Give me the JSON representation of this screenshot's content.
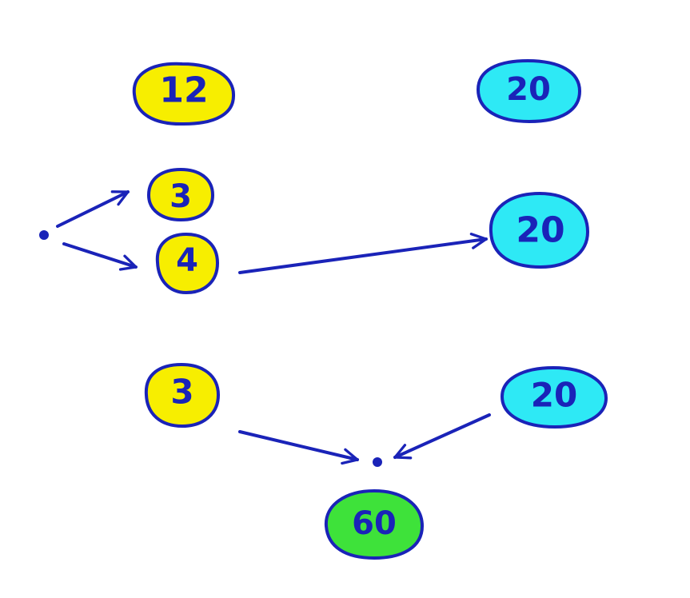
{
  "colors": {
    "yellow": "#f7ee00",
    "cyan": "#2ee9f5",
    "green": "#3ee23a",
    "ink": "#1a23b8"
  },
  "nodes": {
    "top_left": "12",
    "top_right": "20",
    "split_a": "3",
    "split_b": "4",
    "mid_right": "20",
    "bottom_left": "3",
    "bottom_right": "20",
    "result": "60"
  }
}
